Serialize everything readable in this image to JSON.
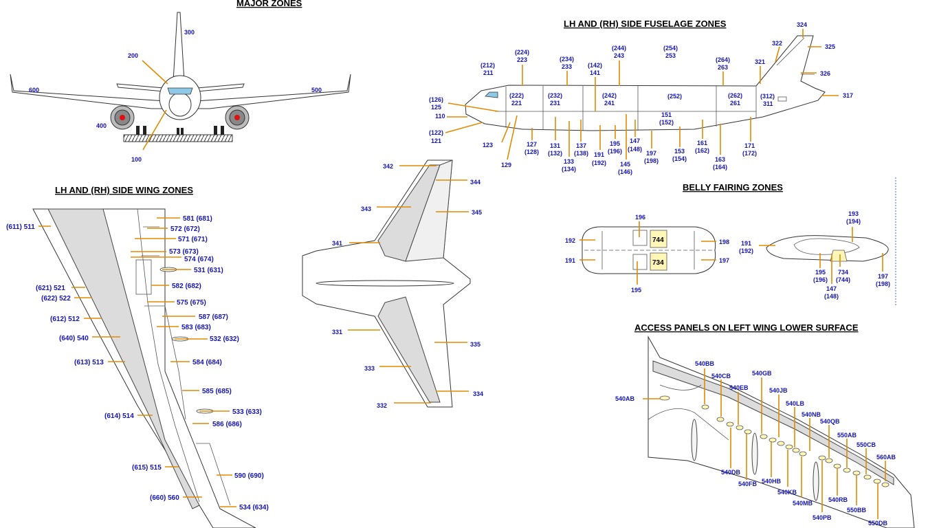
{
  "titles": {
    "major": "MAJOR ZONES",
    "fuselage": "LH AND (RH) SIDE FUSELAGE ZONES",
    "wing": "LH AND (RH) SIDE WING ZONES",
    "belly": "BELLY FAIRING ZONES",
    "access": "ACCESS PANELS ON LEFT WING LOWER SURFACE"
  },
  "major_labels": [
    "300",
    "200",
    "600",
    "500",
    "400",
    "100"
  ],
  "fuselage_labels": [
    "324",
    "322",
    "325",
    "326",
    "321",
    "317",
    "(312)",
    "311",
    "(224)",
    "223",
    "(234)",
    "233",
    "(244)",
    "243",
    "(254)",
    "253",
    "(264)",
    "263",
    "(142)",
    "141",
    "(212)",
    "211",
    "(126)",
    "125",
    "110",
    "(122)",
    "121",
    "123",
    "129",
    "(222)",
    "221",
    "(232)",
    "231",
    "(242)",
    "241",
    "(252)",
    "(262)",
    "261",
    "151",
    "(152)",
    "127",
    "(128)",
    "131",
    "(132)",
    "133",
    "(134)",
    "137",
    "(138)",
    "191",
    "(192)",
    "195",
    "(196)",
    "147",
    "(148)",
    "145",
    "(146)",
    "197",
    "(198)",
    "153",
    "(154)",
    "161",
    "(162)",
    "163",
    "(164)",
    "171",
    "(172)"
  ],
  "tail_labels": [
    "342",
    "344",
    "343",
    "345",
    "341",
    "331",
    "335",
    "333",
    "334",
    "332"
  ],
  "wing_labels": [
    "(611) 511",
    "(621) 521",
    "(622) 522",
    "(612) 512",
    "(640) 540",
    "(613) 513",
    "(614) 514",
    "(615) 515",
    "(660) 560",
    "581 (681)",
    "572 (672)",
    "571 (671)",
    "573 (673)",
    "574 (674)",
    "531 (631)",
    "582 (682)",
    "575 (675)",
    "587 (687)",
    "583 (683)",
    "532 (632)",
    "584 (684)",
    "585 (685)",
    "533 (633)",
    "586 (686)",
    "590 (690)",
    "534 (634)"
  ],
  "belly_labels": [
    "196",
    "192",
    "191",
    "744",
    "734",
    "198",
    "197",
    "195",
    "193",
    "(194)",
    "191",
    "(192)",
    "195",
    "(196)",
    "734",
    "(744)",
    "147",
    "(148)",
    "197",
    "(198)"
  ],
  "access_labels": [
    "540AB",
    "540BB",
    "540CB",
    "540GB",
    "540EB",
    "540JB",
    "540LB",
    "540NB",
    "540QB",
    "550AB",
    "550CB",
    "560AB",
    "540DB",
    "540FB",
    "540HB",
    "540KB",
    "540MB",
    "540PB",
    "540RB",
    "550BB",
    "550DB"
  ]
}
